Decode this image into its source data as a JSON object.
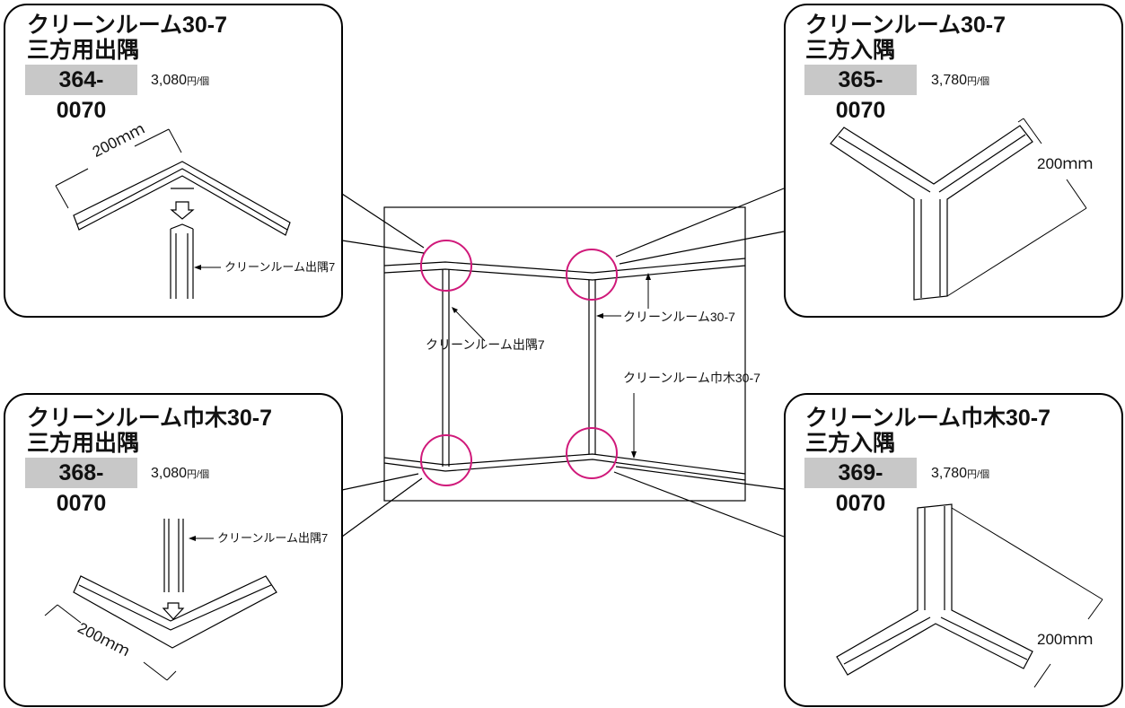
{
  "panels": {
    "tl": {
      "title1": "クリーンルーム30-7",
      "title2": "三方用出隅",
      "code": "364-0070",
      "price": "3,080",
      "unit": "円/個",
      "dimension": "200ｍｍ",
      "part_label": "クリーンルーム出隅7"
    },
    "tr": {
      "title1": "クリーンルーム30-7",
      "title2": "三方入隅",
      "code": "365-0070",
      "price": "3,780",
      "unit": "円/個",
      "dimension": "200ｍｍ"
    },
    "bl": {
      "title1": "クリーンルーム巾木30-7",
      "title2": "三方用出隅",
      "code": "368-0070",
      "price": "3,080",
      "unit": "円/個",
      "dimension": "200ｍｍ",
      "part_label": "クリーンルーム出隅7"
    },
    "br": {
      "title1": "クリーンルーム巾木30-7",
      "title2": "三方入隅",
      "code": "369-0070",
      "price": "3,780",
      "unit": "円/個",
      "dimension": "200ｍｍ"
    }
  },
  "center": {
    "label_corner": "クリーンルーム出隅7",
    "label_top": "クリーンルーム30-7",
    "label_base": "クリーンルーム巾木30-7"
  },
  "colors": {
    "highlight_circle": "#d0197a",
    "code_bg": "#c8c8c8",
    "line": "#000000"
  }
}
